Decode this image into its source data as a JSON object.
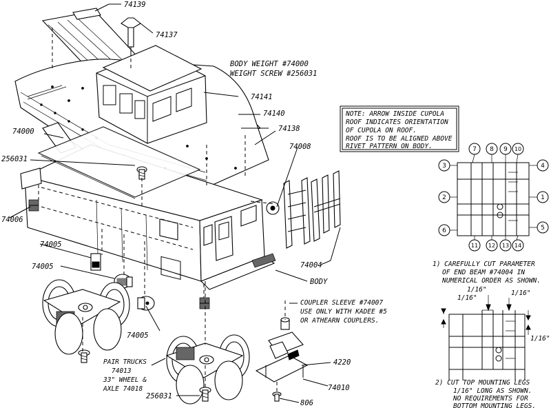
{
  "callouts": {
    "p74139": "74139",
    "p74137": "74137",
    "p74141": "74141",
    "p74140": "74140",
    "p74138": "74138",
    "p74000": "74000",
    "p256031_top": "256031",
    "p74008": "74008",
    "p74006": "74006",
    "p74005_a": "74005",
    "p74005_b": "74005",
    "p74005_c": "74005",
    "p74004": "74004",
    "body": "BODY",
    "p4220": "4220",
    "p74010": "74010",
    "p806": "806",
    "p256031_bottom": "256031"
  },
  "body_weight": {
    "line1": "BODY WEIGHT #74000",
    "line2": "WEIGHT SCREW #256031"
  },
  "note_box": {
    "lines": [
      "NOTE: ARROW INSIDE CUPOLA",
      "ROOF INDICATES ORIENTATION",
      "OF CUPOLA ON ROOF.",
      "ROOF IS TO BE ALIGNED ABOVE",
      "RIVET PATTERN ON BODY."
    ]
  },
  "coupler_sleeve": {
    "lines": [
      "COUPLER SLEEVE #74007",
      "USE ONLY WITH KADEE #5",
      "OR ATHEARN COUPLERS."
    ]
  },
  "trucks": {
    "lines": [
      "PAIR TRUCKS",
      "74013",
      "33\" WHEEL &",
      "AXLE 74018"
    ]
  },
  "end_beam": {
    "cut_numbers": [
      "1",
      "2",
      "3",
      "4",
      "5",
      "6",
      "7",
      "8",
      "9",
      "10",
      "11",
      "12",
      "13",
      "14"
    ]
  },
  "instructions": {
    "step1": [
      "1) CAREFULLY CUT PARAMETER",
      "OF END BEAM #74004 IN",
      "NUMERICAL ORDER AS SHOWN."
    ],
    "step2": [
      "2) CUT TOP MOUNTING LEGS",
      "1/16\" LONG AS SHOWN.",
      "NO REQUIREMENTS FOR",
      "BOTTOM MOUNTING LEGS."
    ],
    "dims": {
      "d1": "1/16\"",
      "d2": "1/16\"",
      "d3": "1/16\"",
      "d4": "1/16\""
    }
  }
}
